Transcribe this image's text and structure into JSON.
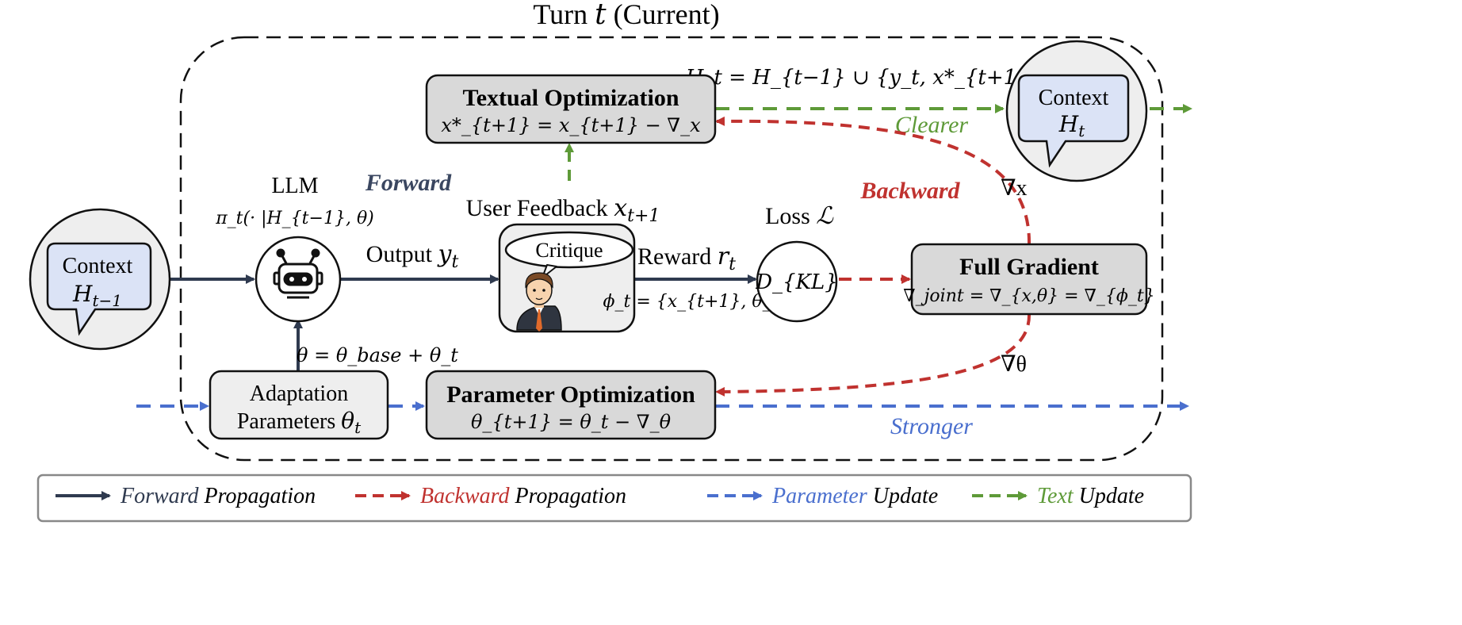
{
  "title": {
    "prefix": "Turn",
    "var": "t",
    "suffix": "(Current)"
  },
  "colors": {
    "forward": "#2f3a4f",
    "backward": "#c0322f",
    "parameter": "#4a6fce",
    "text": "#5e9a38",
    "box_fill": "#d9d9d9",
    "box_light": "#eeeeee",
    "context_bubble": "#dbe3f6"
  },
  "context_prev": {
    "label": "Context",
    "sym": "H",
    "sub": "t−1"
  },
  "context_next": {
    "label": "Context",
    "sym": "H",
    "sub": "t"
  },
  "llm": {
    "label": "LLM",
    "policy": "π_t(· |H_{t−1}, θ)",
    "icon": "robot-icon"
  },
  "forward_label": "Forward",
  "backward_label": "Backward",
  "output_label": {
    "text": "Output",
    "sym": "y",
    "sub": "t"
  },
  "user_feedback": {
    "text": "User Feedback",
    "sym": "x",
    "sub": "t+1",
    "bubble": "Critique",
    "icon": "person-icon"
  },
  "reward_label": {
    "text": "Reward",
    "sym": "r",
    "sub": "t"
  },
  "phi_label": "ϕ_t = {x_{t+1}, θ_t}",
  "loss": {
    "label": "Loss",
    "sym": "ℒ",
    "node": "D_{KL}"
  },
  "textual_opt": {
    "title": "Textual Optimization",
    "formula": "x*_{t+1} = x_{t+1} − ∇_x"
  },
  "history_update": "H_t = H_{t−1} ∪ {y_t, x*_{t+1}}",
  "clearer_label": "Clearer",
  "grad_x_label": "∇x",
  "grad_theta_label": "∇θ",
  "full_gradient": {
    "title": "Full Gradient",
    "formula": "∇_joint = ∇_{x,θ} = ∇_{ϕ_t}"
  },
  "theta_eq": "θ = θ_base + θ_t",
  "adaptation": {
    "line1": "Adaptation",
    "line2": "Parameters",
    "sym": "θ",
    "sub": "t"
  },
  "param_opt": {
    "title": "Parameter Optimization",
    "formula": "θ_{t+1} = θ_t − ∇_θ"
  },
  "stronger_label": "Stronger",
  "legend": [
    {
      "colored": "Forward",
      "rest": "Propagation",
      "style": "solid",
      "color": "#2f3a4f"
    },
    {
      "colored": "Backward",
      "rest": "Propagation",
      "style": "dashed",
      "color": "#c0322f"
    },
    {
      "colored": "Parameter",
      "rest": "Update",
      "style": "dashed",
      "color": "#4a6fce"
    },
    {
      "colored": "Text",
      "rest": "Update",
      "style": "dashed",
      "color": "#5e9a38"
    }
  ]
}
